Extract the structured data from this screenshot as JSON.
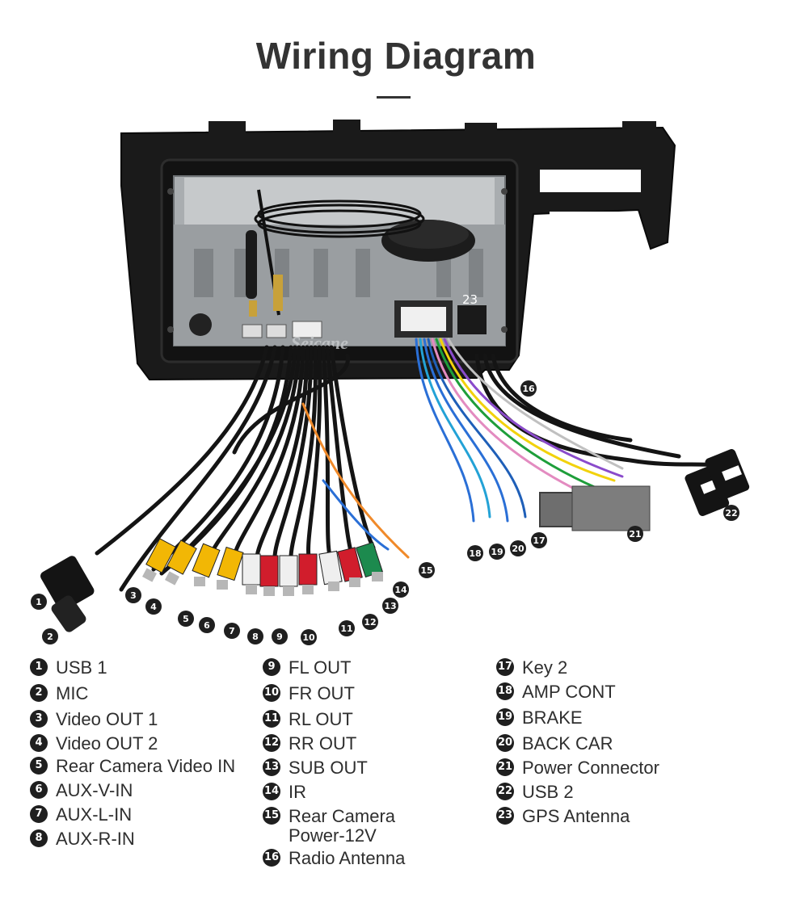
{
  "title": "Wiring Diagram",
  "watermark": "Seicane",
  "legend": [
    {
      "num": "1",
      "label": "USB 1"
    },
    {
      "num": "2",
      "label": "MIC"
    },
    {
      "num": "3",
      "label": "Video OUT 1"
    },
    {
      "num": "4",
      "label": "Video OUT 2"
    },
    {
      "num": "5",
      "label": "Rear Camera Video IN"
    },
    {
      "num": "6",
      "label": "AUX-V-IN"
    },
    {
      "num": "7",
      "label": "AUX-L-IN"
    },
    {
      "num": "8",
      "label": "AUX-R-IN"
    },
    {
      "num": "9",
      "label": "FL OUT"
    },
    {
      "num": "10",
      "label": "FR OUT"
    },
    {
      "num": "11",
      "label": "RL OUT"
    },
    {
      "num": "12",
      "label": "RR OUT"
    },
    {
      "num": "13",
      "label": "SUB OUT"
    },
    {
      "num": "14",
      "label": "IR"
    },
    {
      "num": "15",
      "label": "Rear Camera",
      "label2": "Power-12V"
    },
    {
      "num": "16",
      "label": "Radio Antenna"
    },
    {
      "num": "17",
      "label": "Key 2"
    },
    {
      "num": "18",
      "label": "AMP CONT"
    },
    {
      "num": "19",
      "label": "BRAKE"
    },
    {
      "num": "20",
      "label": "BACK CAR"
    },
    {
      "num": "21",
      "label": "Power Connector"
    },
    {
      "num": "22",
      "label": "USB 2"
    },
    {
      "num": "23",
      "label": "GPS Antenna"
    }
  ],
  "colors": {
    "frame": "#1a1a1a",
    "chassis": "#a9adb0",
    "cable": "#141414",
    "rca_yellow": "#f2b705",
    "rca_red": "#d11d2c",
    "rca_white": "#efefef",
    "rca_green": "#1c8a4e",
    "wire_blue": "#2a6fd6",
    "wire_orange": "#f08a2a"
  }
}
